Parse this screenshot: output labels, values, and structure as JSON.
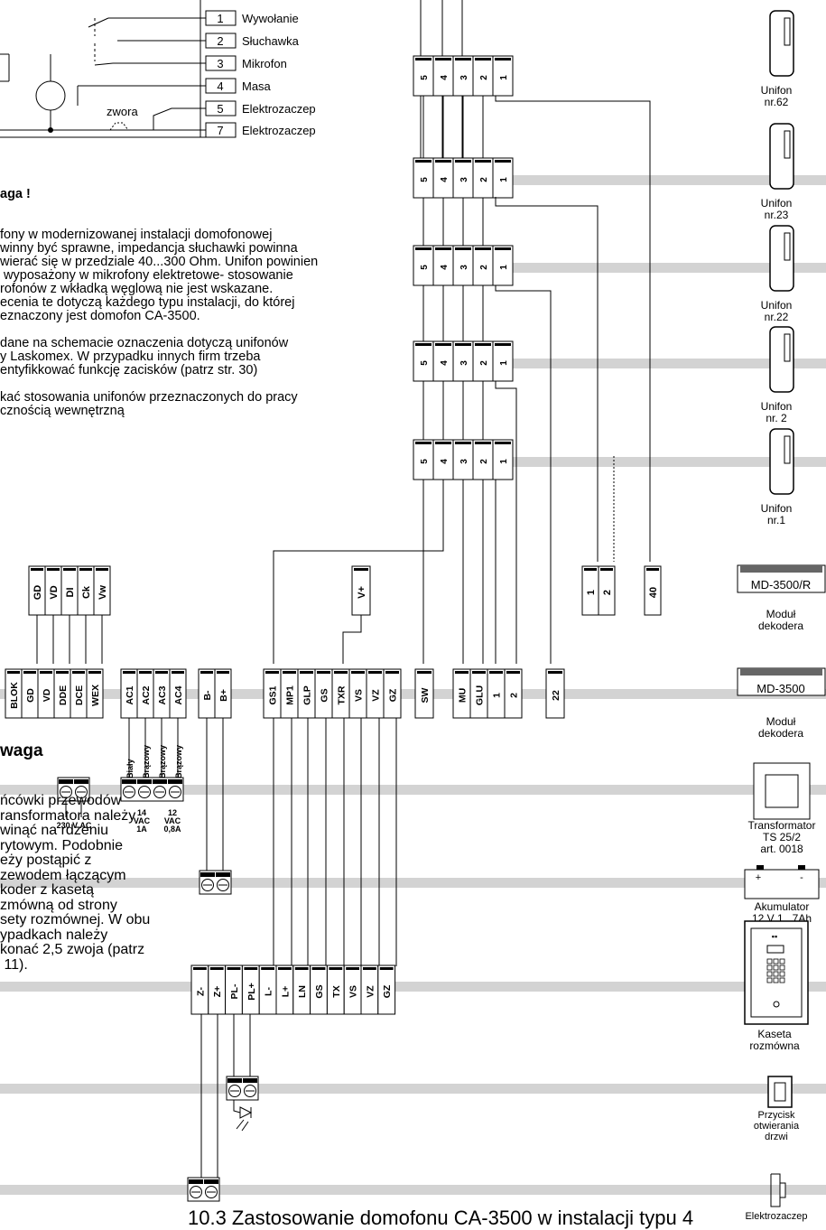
{
  "top_panel": {
    "terminals": [
      {
        "num": "1",
        "label": "Wywołanie"
      },
      {
        "num": "2",
        "label": "Słuchawka"
      },
      {
        "num": "3",
        "label": "Mikrofon"
      },
      {
        "num": "4",
        "label": "Masa"
      },
      {
        "num": "5",
        "label": "Elektrozaczep"
      },
      {
        "num": "7",
        "label": "Elektrozaczep"
      }
    ],
    "zwora_label": "zwora"
  },
  "note1": {
    "title": "aga !",
    "lines": [
      "fony w modernizowanej instalacji domofonowej",
      "winny być sprawne, impedancja słuchawki powinna",
      "wierać się w przedziale 40...300 Ohm. Unifon powinien",
      " wyposażony w mikrofony elektretowe- stosowanie",
      "rofonów z wkładką węglową nie jest wskazane.",
      "ecenia te dotyczą każdego typu instalacji, do której",
      "eznaczony jest domofon CA-3500.",
      "",
      "dane na schemacie oznaczenia dotyczą unifonów",
      "y Laskomex. W przypadku innych firm trzeba",
      "entyfikkować funkcję zacisków (patrz str. 30)",
      "",
      "kać stosowania unifonów przeznaczonych do pracy",
      "cznością wewnętrzną"
    ]
  },
  "note2": {
    "title": "waga",
    "lines": [
      "ńcówki przewodów",
      "ransformatora należy",
      "winąć na rdzeniu",
      "rytowym. Podobnie",
      "eży postąpić z",
      "zewodem łączącym",
      "koder z kasetą",
      "zmówną od strony",
      "sety rozmównej. W obu",
      "ypadkach należy",
      "konać 2,5 zwoja (patrz",
      " 11)."
    ]
  },
  "unifon_strips": [
    {
      "pins": [
        "5",
        "4",
        "3",
        "2",
        "1"
      ],
      "device": "Unifon",
      "number": "nr.62"
    },
    {
      "pins": [
        "5",
        "4",
        "3",
        "2",
        "1"
      ],
      "device": "Unifon",
      "number": "nr.23"
    },
    {
      "pins": [
        "5",
        "4",
        "3",
        "2",
        "1"
      ],
      "device": "Unifon",
      "number": "nr.22"
    },
    {
      "pins": [
        "5",
        "4",
        "3",
        "2",
        "1"
      ],
      "device": "Unifon",
      "number": "nr. 2"
    },
    {
      "pins": [
        "5",
        "4",
        "3",
        "2",
        "1"
      ],
      "device": "Unifon",
      "number": "nr.1"
    }
  ],
  "decoder_r": {
    "top_block": [
      "GD",
      "VD",
      "DI",
      "Ck",
      "Vw"
    ],
    "v_block": [
      "V+"
    ],
    "addr_block": [
      "1",
      "2"
    ],
    "addr40_block": [
      "40"
    ],
    "module_name": "MD-3500/R",
    "module_caption": [
      "Moduł",
      "dekodera"
    ]
  },
  "main_strip": {
    "blocks": [
      [
        "BLOK",
        "GD",
        "VD",
        "DDE",
        "DCE",
        "WEX"
      ],
      [
        "AC1",
        "AC2",
        "AC3",
        "AC4"
      ],
      [
        "B-",
        "B+"
      ],
      [
        "GS1",
        "MP1",
        "GLP",
        "GS",
        "TXR",
        "VS",
        "VZ",
        "GZ"
      ],
      [
        "SW"
      ],
      [
        "MU",
        "GLU",
        "1",
        "2"
      ],
      [
        "22"
      ]
    ],
    "module_name": "MD-3500",
    "module_caption": [
      "Moduł",
      "dekodera"
    ]
  },
  "ac_wires": {
    "colors": [
      "Biały",
      "Brązowy",
      "Brązowy",
      "Brązowy"
    ],
    "v14": [
      "14",
      "VAC",
      "1A"
    ],
    "v12": [
      "12",
      "VAC",
      "0,8A"
    ],
    "mains": "230 V AC"
  },
  "transformer": {
    "lines": [
      "Transformator",
      "TS 25/2",
      "art. 0018"
    ]
  },
  "battery": {
    "lines": [
      "Akumulator",
      "12 V 1...7Ah"
    ],
    "plus": "+",
    "minus": "-"
  },
  "kaseta_strip": {
    "pins": [
      "Z-",
      "Z+",
      "PL-",
      "PL+",
      "L-",
      "L+",
      "LN",
      "GS",
      "TX",
      "VS",
      "VZ",
      "GZ"
    ],
    "caption": [
      "Kaseta",
      "rozmówna"
    ]
  },
  "button": {
    "caption": [
      "Przycisk",
      "otwierania",
      "drzwi"
    ]
  },
  "lock": {
    "caption": [
      "Elektrozaczep"
    ]
  },
  "figure_caption": "10.3 Zastosowanie domofonu CA-3500 w instalacji typu 4"
}
